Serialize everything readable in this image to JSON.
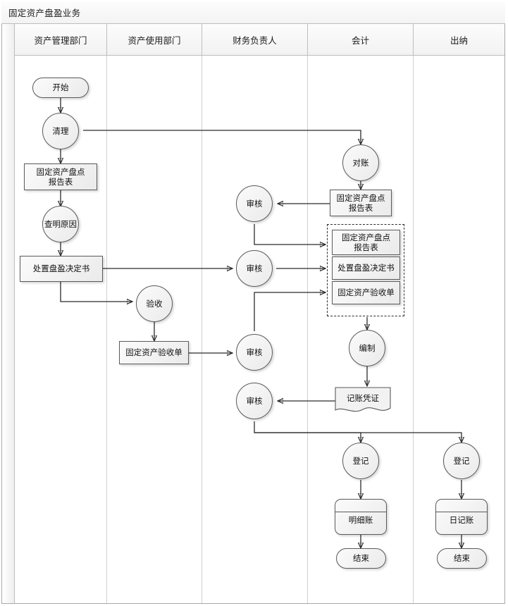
{
  "diagram": {
    "title": "固定资产盘盈业务",
    "type": "swimlane-flowchart",
    "lanes": [
      {
        "id": "lane-asset-mgmt",
        "label": "资产管理部门"
      },
      {
        "id": "lane-asset-user",
        "label": "资产使用部门"
      },
      {
        "id": "lane-finance-head",
        "label": "财务负责人"
      },
      {
        "id": "lane-accountant",
        "label": "会计"
      },
      {
        "id": "lane-cashier",
        "label": "出纳"
      }
    ],
    "nodes": {
      "start": "开始",
      "cleanup": "清理",
      "inventory_report_1": "固定资产盘点\n报告表",
      "find_cause": "查明原因",
      "surplus_decision": "处置盘盈决定书",
      "acceptance": "验收",
      "acceptance_form": "固定资产验收单",
      "review_1": "审核",
      "review_2": "审核",
      "review_3": "审核",
      "review_4": "审核",
      "reconcile": "对账",
      "inventory_report_2": "固定资产盘点\n报告表",
      "group_report": "固定资产盘点\n报告表",
      "group_decision": "处置盘盈决定书",
      "group_acceptance": "固定资产验收单",
      "prepare": "编制",
      "voucher": "记账凭证",
      "register_accountant": "登记",
      "detail_ledger": "明细账",
      "end_accountant": "结束",
      "register_cashier": "登记",
      "journal_ledger": "日记账",
      "end_cashier": "结束"
    },
    "colors": {
      "shape_border": "#5a5a5a",
      "shape_fill": "#f2f2f2",
      "edge": "#2b2b2b",
      "lane_border": "#bdbdbd",
      "text": "#111111"
    }
  }
}
